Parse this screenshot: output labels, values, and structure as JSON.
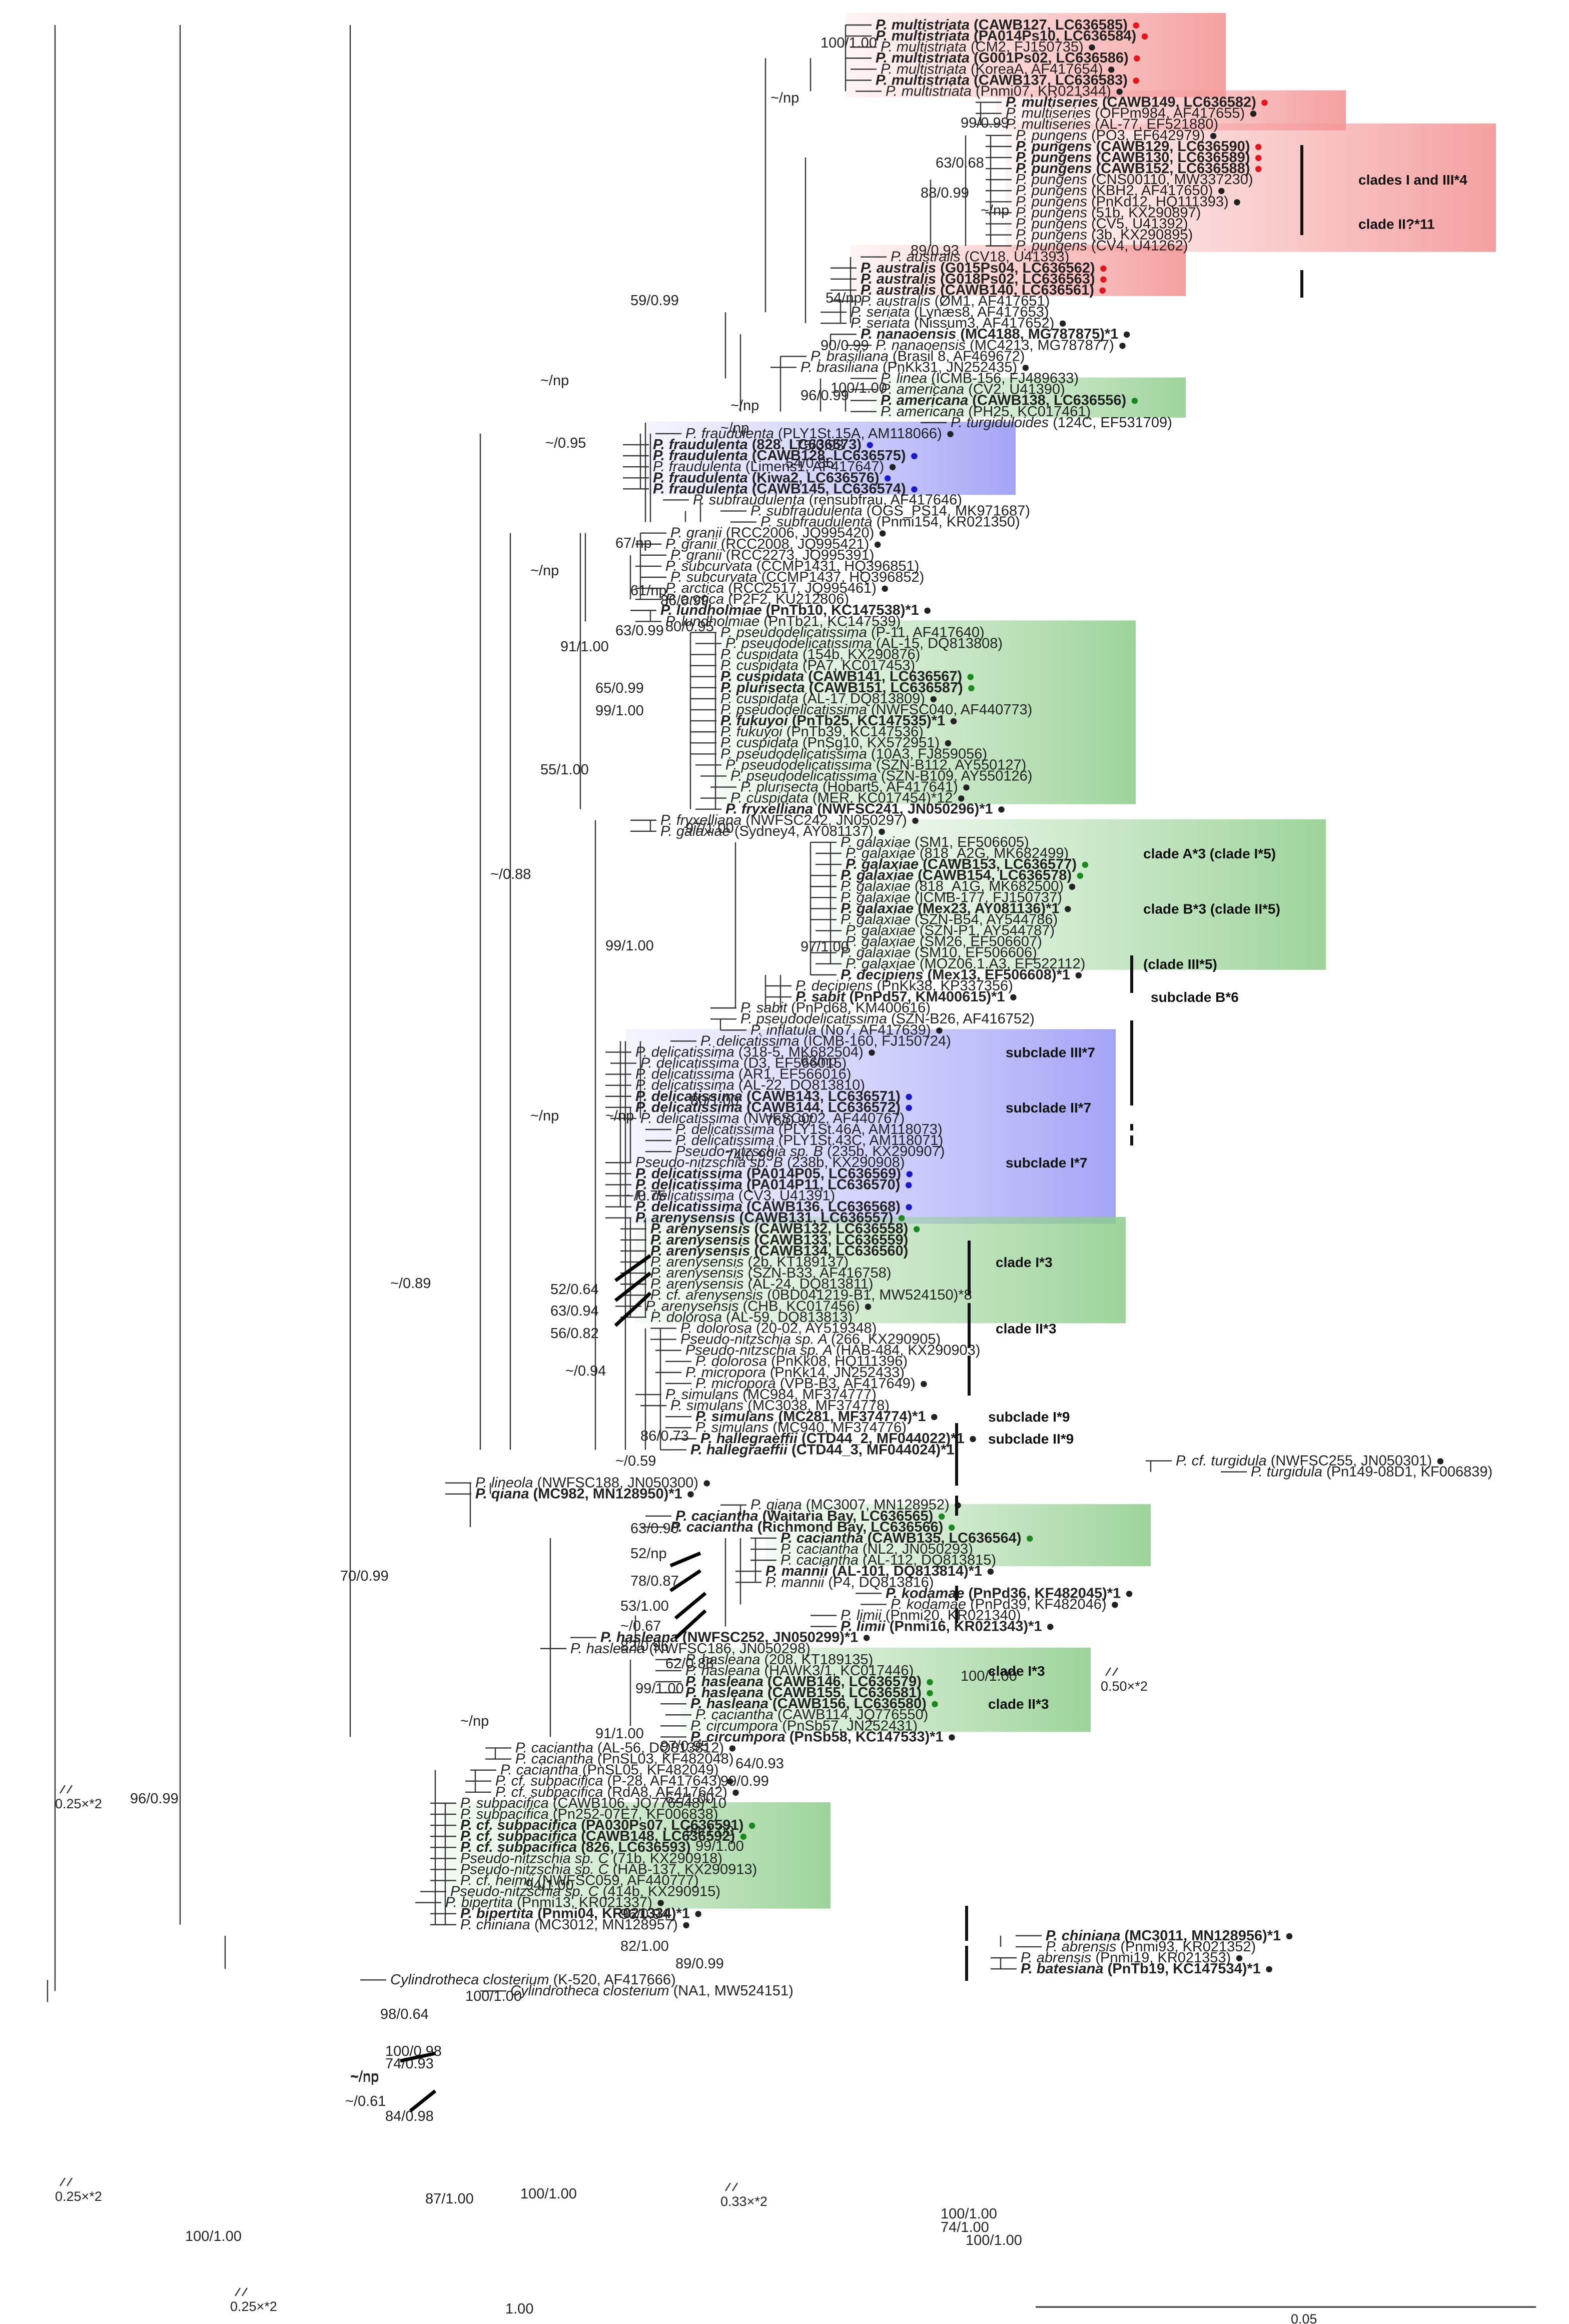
{
  "colors": {
    "red": "#e8141d",
    "green": "#1a8a1f",
    "blue": "#1a1acc",
    "black": "#222222"
  },
  "tips": [
    {
      "g": "P.",
      "e": "multistriata (CAWB127, LC636585)",
      "c": "red",
      "b": true,
      "dot": true
    },
    {
      "g": "P.",
      "e": "multistriata (PA014Ps10, LC636584)",
      "c": "red",
      "b": true,
      "dot": true
    },
    {
      "g": "P.",
      "e": "multistriata (CM2, FJ150735)",
      "dot": true
    },
    {
      "g": "P.",
      "e": "multistriata (G001Ps02, LC636586)",
      "c": "red",
      "b": true,
      "dot": true
    },
    {
      "g": "P.",
      "e": "multistriata (KoreaA, AF417654)",
      "dot": true
    },
    {
      "g": "P.",
      "e": "multistriata (CAWB137, LC636583)",
      "c": "red",
      "b": true,
      "dot": true
    },
    {
      "g": "P.",
      "e": "multistriata (Pnmi07, KR021344)",
      "dot": true
    },
    {
      "g": "P.",
      "e": "multiseries (CAWB149, LC636582)",
      "c": "red",
      "b": true,
      "dot": true
    },
    {
      "g": "P.",
      "e": "multiseries (OFPm984, AF417655)",
      "dot": true
    },
    {
      "g": "P.",
      "e": "multiseries (AL-77, EF521880)"
    },
    {
      "g": "P.",
      "e": "pungens (PO3, EF642979)",
      "dot": true
    },
    {
      "g": "P.",
      "e": "pungens (CAWB129, LC636590)",
      "c": "red",
      "b": true,
      "dot": true
    },
    {
      "g": "P.",
      "e": "pungens (CAWB130, LC636589)",
      "c": "red",
      "b": true,
      "dot": true
    },
    {
      "g": "P.",
      "e": "pungens (CAWB152, LC636588)",
      "c": "red",
      "b": true,
      "dot": true
    },
    {
      "g": "P.",
      "e": "pungens (CNS00110, MW337230)"
    },
    {
      "g": "P.",
      "e": "pungens (KBH2, AF417650)",
      "dot": true
    },
    {
      "g": "P.",
      "e": "pungens (PnKd12, HQ111393)",
      "dot": true
    },
    {
      "g": "P.",
      "e": "pungens (51b, KX290897)"
    },
    {
      "g": "P.",
      "e": "pungens (CV5, U41392)"
    },
    {
      "g": "P.",
      "e": "pungens (3b, KX290895)"
    },
    {
      "g": "P.",
      "e": "pungens (CV4, U41262)"
    },
    {
      "g": "P.",
      "e": "australis (CV18, U41393)"
    },
    {
      "g": "P.",
      "e": "australis (G015Ps04, LC636562)",
      "c": "red",
      "b": true,
      "dot": true
    },
    {
      "g": "P.",
      "e": "australis (G018Ps02, LC636563)",
      "c": "red",
      "b": true,
      "dot": true
    },
    {
      "g": "P.",
      "e": "australis (CAWB140, LC636561)",
      "c": "red",
      "b": true,
      "dot": true
    },
    {
      "g": "P.",
      "e": "australis (ØM1, AF417651)"
    },
    {
      "g": "P.",
      "e": "seriata (Lynæs8, AF417653)"
    },
    {
      "g": "P.",
      "e": "seriata (Nissum3, AF417652)",
      "dot": true
    },
    {
      "g": "P.",
      "e": "nanaoensis (MC4188, MG787875)*1",
      "b": true,
      "dot": true
    },
    {
      "g": "P.",
      "e": "nanaoensis (MC4213, MG787877)",
      "dot": true
    },
    {
      "g": "P.",
      "e": "brasiliana (Brasil 8, AF469672)"
    },
    {
      "g": "P.",
      "e": "brasiliana (PnKk31, JN252435)",
      "dot": true
    },
    {
      "g": "P.",
      "e": "linea (ICMB-156, FJ489633)"
    },
    {
      "g": "P.",
      "e": "americana (CV2, U41390)"
    },
    {
      "g": "P.",
      "e": "americana (CAWB138, LC636556)",
      "c": "green",
      "b": true,
      "dot": true
    },
    {
      "g": "P.",
      "e": "americana (PH25, KC017461)"
    },
    {
      "g": "P.",
      "e": "turgiduloides (124C, EF531709)"
    },
    {
      "g": "P.",
      "e": "fraudulenta (PLY1St.15A, AM118066)",
      "dot": true
    },
    {
      "g": "P.",
      "e": "fraudulenta (828, LC636573)",
      "c": "blue",
      "b": true,
      "dot": true
    },
    {
      "g": "P.",
      "e": "fraudulenta (CAWB128, LC636575)",
      "c": "blue",
      "b": true,
      "dot": true
    },
    {
      "g": "P.",
      "e": "fraudulenta (Limens1, AF417647)",
      "dot": true
    },
    {
      "g": "P.",
      "e": "fraudulenta (Kiwa2, LC636576)",
      "c": "blue",
      "b": true,
      "dot": true
    },
    {
      "g": "P.",
      "e": "fraudulenta (CAWB145, LC636574)",
      "c": "blue",
      "b": true,
      "dot": true
    },
    {
      "g": "P.",
      "e": "subfraudulenta (rensubfrau, AF417646)"
    },
    {
      "g": "P.",
      "e": "subfraudulenta (OGS_PS14, MK971687)"
    },
    {
      "g": "P.",
      "e": "subfraudulenta (Pnmi154, KR021350)"
    },
    {
      "g": "P.",
      "e": "granii (RCC2006, JQ995420)",
      "dot": true
    },
    {
      "g": "P.",
      "e": "granii (RCC2008, JQ995421)",
      "dot": true
    },
    {
      "g": "P.",
      "e": "granii (RCC2273, JQ995391)"
    },
    {
      "g": "P.",
      "e": "subcurvata (CCMP1431, HQ396851)"
    },
    {
      "g": "P.",
      "e": "subcurvata (CCMP1437, HQ396852)"
    },
    {
      "g": "P.",
      "e": "arctica (RCC2517, JQ995461)",
      "dot": true
    },
    {
      "g": "P.",
      "e": "arctica (P2F2, KU212806)"
    },
    {
      "g": "P.",
      "e": "lundholmiae (PnTb10, KC147538)*1",
      "b": true,
      "dot": true
    },
    {
      "g": "P.",
      "e": "lundholmiae (PnTb21, KC147539)"
    },
    {
      "g": "P.",
      "e": "pseudodelicatissima (P-11, AF417640)"
    },
    {
      "g": "P.",
      "e": "pseudodelicatissima (AL-15, DQ813808)"
    },
    {
      "g": "P.",
      "e": "cuspidata (154b, KX290876)"
    },
    {
      "g": "P.",
      "e": "cuspidata (PA7, KC017453)"
    },
    {
      "g": "P.",
      "e": "cuspidata (CAWB141, LC636567)",
      "c": "green",
      "b": true,
      "dot": true
    },
    {
      "g": "P.",
      "e": "plurisecta (CAWB151, LC636587)",
      "c": "green",
      "b": true,
      "dot": true
    },
    {
      "g": "P.",
      "e": "cuspidata (AL-17 DQ813809)",
      "dot": true
    },
    {
      "g": "P.",
      "e": "pseudodelicatissima (NWFSC040, AF440773)"
    },
    {
      "g": "P.",
      "e": "fukuyoi (PnTb25, KC147535)*1",
      "b": true,
      "dot": true
    },
    {
      "g": "P.",
      "e": "fukuyoi (PnTb39, KC147536)"
    },
    {
      "g": "P.",
      "e": "cuspidata (PnSg10, KX572951)",
      "dot": true
    },
    {
      "g": "P.",
      "e": "pseudodelicatissima (10A3, FJ859056)"
    },
    {
      "g": "P.",
      "e": "pseudodelicatissima (SZN-B112, AY550127)"
    },
    {
      "g": "P.",
      "e": "pseudodelicatissima (SZN-B109, AY550126)"
    },
    {
      "g": "P.",
      "e": "plurisecta (Hobart5, AF417641)",
      "dot": true
    },
    {
      "g": "P.",
      "e": "cuspidata (MER, KC017454)*12",
      "dot": true
    },
    {
      "g": "P.",
      "e": "fryxelliana (NWFSC241, JN050296)*1",
      "b": true,
      "dot": true
    },
    {
      "g": "P.",
      "e": "fryxelliana (NWFSC242, JN050297)",
      "dot": true
    },
    {
      "g": "P.",
      "e": "galaxiae (Sydney4, AY081137)",
      "dot": true
    },
    {
      "g": "P.",
      "e": "galaxiae (SM1, EF506605)"
    },
    {
      "g": "P.",
      "e": "galaxiae (818_A2G, MK682499)"
    },
    {
      "g": "P.",
      "e": "galaxiae (CAWB153, LC636577)",
      "c": "green",
      "b": true,
      "dot": true
    },
    {
      "g": "P.",
      "e": "galaxiae (CAWB154, LC636578)",
      "c": "green",
      "b": true,
      "dot": true
    },
    {
      "g": "P.",
      "e": "galaxiae (818_A1G, MK682500)",
      "dot": true
    },
    {
      "g": "P.",
      "e": "galaxiae (ICMB-177, FJ150737)"
    },
    {
      "g": "P.",
      "e": "galaxiae (Mex23, AY081136)*1",
      "b": true,
      "dot": true
    },
    {
      "g": "P.",
      "e": "galaxiae (SZN-B54, AY544786)"
    },
    {
      "g": "P.",
      "e": "galaxiae (SZN-P1, AY544787)"
    },
    {
      "g": "P.",
      "e": "galaxiae (SM26, EF506607)"
    },
    {
      "g": "P.",
      "e": "galaxiae (SM10, EF506606)"
    },
    {
      "g": "P.",
      "e": "galaxiae (MOZ06.1.A3, EF522112)"
    },
    {
      "g": "P.",
      "e": "decipiens (Mex13, EF506608)*1",
      "b": true,
      "dot": true
    },
    {
      "g": "P.",
      "e": "decipiens (PnKk38, KP337356)"
    },
    {
      "g": "P.",
      "e": "sabit (PnPd57, KM400615)*1",
      "b": true,
      "dot": true
    },
    {
      "g": "P.",
      "e": "sabit (PnPd68, KM400616)"
    },
    {
      "g": "P.",
      "e": "pseudodelicatissima (SZN-B26, AF416752)"
    },
    {
      "g": "P.",
      "e": "inflatula (No7, AF417639)",
      "dot": true
    },
    {
      "g": "P.",
      "e": "delicatissima (ICMB-160, FJ150724)"
    },
    {
      "g": "P.",
      "e": "delicatissima (318-5, MK682504)",
      "dot": true
    },
    {
      "g": "P.",
      "e": "delicatissima (D3, EF566015)"
    },
    {
      "g": "P.",
      "e": "delicatissima (AR1, EF566016)"
    },
    {
      "g": "P.",
      "e": "delicatissima (AL-22, DQ813810)"
    },
    {
      "g": "P.",
      "e": "delicatissima (CAWB143, LC636571)",
      "c": "blue",
      "b": true,
      "dot": true
    },
    {
      "g": "P.",
      "e": "delicatissima (CAWB144, LC636572)",
      "c": "blue",
      "b": true,
      "dot": true
    },
    {
      "g": "P.",
      "e": "delicatissima (NWFSC002, AF440767)"
    },
    {
      "g": "P.",
      "e": "delicatissima (PLY1St.46A, AM118073)"
    },
    {
      "g": "P.",
      "e": "delicatissima (PLY1St.43C, AM118071)"
    },
    {
      "g": "",
      "e": "Pseudo-nitzschia sp. B (235b, KX290907)"
    },
    {
      "g": "",
      "e": "Pseudo-nitzschia sp. B (238b, KX290908)"
    },
    {
      "g": "P.",
      "e": "delicatissima (PA014P05, LC636569)",
      "c": "blue",
      "b": true,
      "dot": true
    },
    {
      "g": "P.",
      "e": "delicatissima (PA014P11, LC636570)",
      "c": "blue",
      "b": true,
      "dot": true
    },
    {
      "g": "P.",
      "e": "delicatissima (CV3, U41391)"
    },
    {
      "g": "P.",
      "e": "delicatissima (CAWB136, LC636568)",
      "c": "blue",
      "b": true,
      "dot": true
    },
    {
      "g": "P.",
      "e": "arenysensis (CAWB131, LC636557)",
      "c": "green",
      "b": true,
      "dot": true
    },
    {
      "g": "P.",
      "e": "arenysensis (CAWB132, LC636558)",
      "c": "green",
      "b": true,
      "dot": true
    },
    {
      "g": "P.",
      "e": "arenysensis (CAWB133, LC636559)",
      "c": "green",
      "b": true
    },
    {
      "g": "P.",
      "e": "arenysensis (CAWB134, LC636560)",
      "c": "green",
      "b": true
    },
    {
      "g": "P.",
      "e": "arenysensis (2b, KT189137)"
    },
    {
      "g": "P.",
      "e": "arenysensis (SZN-B33, AF416758)"
    },
    {
      "g": "P.",
      "e": "arenysensis (AL-24, DQ813811)"
    },
    {
      "g": "P.",
      "e": "cf. arenysensis (0BD041219-B1, MW524150)*8"
    },
    {
      "g": "P.",
      "e": "arenysensis (CHB, KC017456)",
      "dot": true
    },
    {
      "g": "P.",
      "e": "dolorosa (AL-59, DQ813813)"
    },
    {
      "g": "P.",
      "e": "dolorosa (20-02, AY519348)"
    },
    {
      "g": "",
      "e": "Pseudo-nitzschia sp. A (266, KX290905)"
    },
    {
      "g": "",
      "e": "Pseudo-nitzschia sp. A (HAB-484, KX290903)"
    },
    {
      "g": "P.",
      "e": "dolorosa (PnKk08, HQ111396)"
    },
    {
      "g": "P.",
      "e": "micropora (PnKk14, JN252433)"
    },
    {
      "g": "P.",
      "e": "micropora (VPB-B3, AF417649)",
      "dot": true
    },
    {
      "g": "P.",
      "e": "simulans (MC984, MF374777)"
    },
    {
      "g": "P.",
      "e": "simulans (MC3038, MF374778)"
    },
    {
      "g": "P.",
      "e": "simulans (MC281, MF374774)*1",
      "b": true,
      "dot": true
    },
    {
      "g": "P.",
      "e": "simulans (MC940, MF374776)"
    },
    {
      "g": "P.",
      "e": "hallegraeffii (CTD44_2, MF044022)*1",
      "b": true,
      "dot": true
    },
    {
      "g": "P.",
      "e": "hallegraeffii (CTD44_3, MF044024)*1",
      "b": true
    },
    {
      "g": "P.",
      "e": "cf. turgidula (NWFSC255, JN050301)",
      "dot": true
    },
    {
      "g": "P.",
      "e": "turgidula (Pn149-08D1, KF006839)"
    },
    {
      "g": "P.",
      "e": "lineola (NWFSC188, JN050300)",
      "dot": true
    },
    {
      "g": "P.",
      "e": "qiana (MC982, MN128950)*1",
      "b": true,
      "dot": true
    },
    {
      "g": "P.",
      "e": "qiana (MC3007, MN128952)",
      "dot": true
    },
    {
      "g": "P.",
      "e": "caciantha (Waitaria Bay, LC636565)",
      "c": "green",
      "b": true,
      "dot": true
    },
    {
      "g": "P.",
      "e": "caciantha (Richmond Bay, LC636566)",
      "c": "green",
      "b": true,
      "dot": true
    },
    {
      "g": "P.",
      "e": "caciantha (CAWB135, LC636564)",
      "c": "green",
      "b": true,
      "dot": true
    },
    {
      "g": "P.",
      "e": "caciantha (NL2, JN050293)"
    },
    {
      "g": "P.",
      "e": "caciantha (AL-112, DQ813815)"
    },
    {
      "g": "P.",
      "e": "mannii (AL-101, DQ813814)*1",
      "b": true,
      "dot": true
    },
    {
      "g": "P.",
      "e": "mannii (P4, DQ813816)"
    },
    {
      "g": "P.",
      "e": "kodamae (PnPd36, KF482045)*1",
      "b": true,
      "dot": true
    },
    {
      "g": "P.",
      "e": "kodamae (PnPd39, KF482046)",
      "dot": true
    },
    {
      "g": "P.",
      "e": "limii (Pnmi20, KR021340)"
    },
    {
      "g": "P.",
      "e": "limii (Pnmi16, KR021343)*1",
      "b": true,
      "dot": true
    },
    {
      "g": "P.",
      "e": "hasleana (NWFSC252, JN050299)*1",
      "b": true,
      "dot": true
    },
    {
      "g": "P.",
      "e": "hasleana (NWFSC186, JN050298)"
    },
    {
      "g": "P.",
      "e": "hasleana (208, KT189135)"
    },
    {
      "g": "P.",
      "e": "hasleana (HAWK3/1, KC017446)"
    },
    {
      "g": "P.",
      "e": "hasleana (CAWB146, LC636579)",
      "c": "green",
      "b": true,
      "dot": true
    },
    {
      "g": "P.",
      "e": "hasleana (CAWB155, LC636581)",
      "c": "green",
      "b": true,
      "dot": true
    },
    {
      "g": "P.",
      "e": "hasleana (CAWB156, LC636580)",
      "c": "green",
      "b": true,
      "dot": true
    },
    {
      "g": "P.",
      "e": "caciantha (CAWB114, JQ776550)"
    },
    {
      "g": "P.",
      "e": "circumpora (PnSb57, JN252431)"
    },
    {
      "g": "P.",
      "e": "circumpora (PnSb58, KC147533)*1",
      "b": true,
      "dot": true
    },
    {
      "g": "P.",
      "e": "caciantha (AL-56, DQ813812)",
      "dot": true
    },
    {
      "g": "P.",
      "e": "caciantha (PnSL03, KF482048)"
    },
    {
      "g": "P.",
      "e": "caciantha (PnSL05, KF482049)"
    },
    {
      "g": "P.",
      "e": "cf. subpacifica (P-28, AF417643)",
      "dot": true
    },
    {
      "g": "P.",
      "e": "cf. subpacifica (RdA8, AF417642)",
      "dot": true
    },
    {
      "g": "P.",
      "e": "subpacifica (CAWB106, JQ776548)*10"
    },
    {
      "g": "P.",
      "e": "subpacifica (Pn252-07E7, KF006838)"
    },
    {
      "g": "P.",
      "e": "cf. subpacifica (PA030Ps07, LC636591)",
      "c": "green",
      "b": true,
      "dot": true
    },
    {
      "g": "P.",
      "e": "cf. subpacifica (CAWB148, LC636592)",
      "c": "green",
      "b": true,
      "dot": true
    },
    {
      "g": "P.",
      "e": "cf. subpacifica (826, LC636593)",
      "c": "green",
      "b": true
    },
    {
      "g": "",
      "e": "Pseudo-nitzschia sp. C (71b, KX290918)"
    },
    {
      "g": "",
      "e": "Pseudo-nitzschia sp. C (HAB-137, KX290913)"
    },
    {
      "g": "P.",
      "e": "cf. heimii (NWFSC059, AF440777)"
    },
    {
      "g": "",
      "e": "Pseudo-nitzschia sp. C (414b, KX290915)"
    },
    {
      "g": "P.",
      "e": "bipertita (Pnmi13, KR021337)",
      "dot": true
    },
    {
      "g": "P.",
      "e": "bipertita (Pnmi04, KR021334)*1",
      "b": true,
      "dot": true
    },
    {
      "g": "P.",
      "e": "chiniana (MC3012, MN128957)",
      "dot": true
    },
    {
      "g": "P.",
      "e": "chiniana (MC3011, MN128956)*1",
      "b": true,
      "dot": true
    },
    {
      "g": "P.",
      "e": "abrensis (Pnmi93, KR021352)"
    },
    {
      "g": "P.",
      "e": "abrensis (Pnmi19, KR021353)",
      "dot": true
    },
    {
      "g": "P.",
      "e": "batesiana (PnTb19, KC147534)*1",
      "b": true,
      "dot": true
    },
    {
      "g": "",
      "e": "Cylindrotheca closterium (K-520, AF417666)"
    },
    {
      "g": "",
      "e": "Cylindrotheca closterium (NA1, MW524151)"
    }
  ],
  "support": [
    "100/1.00",
    "99/0.99",
    "63/0.68",
    "~/np",
    "88/0.99",
    "89/0.93",
    "~/np",
    "54/np",
    "90/0.99",
    "59/0.99",
    "100/1.00",
    "96/0.99",
    "~/np",
    "75/0.93",
    "54/0.86",
    "~/np",
    "~/np",
    "~/0.95",
    "67/np",
    "61/np",
    "86/0.99",
    "80/0.95",
    "63/0.99",
    "91/1.00",
    "65/0.99",
    "99/1.00",
    "55/1.00",
    "97/1.00",
    "~/np",
    "~/0.88",
    "99/1.00",
    "97/1.00",
    "63/np",
    "80/1.00",
    "76/0.97",
    "74/0.99",
    "~/np",
    "~/0.75",
    "~/np",
    "52/0.64",
    "63/0.94",
    "56/0.82",
    "~/0.94",
    "86/0.73",
    "~/0.59",
    "63/0.90",
    "52/np",
    "78/0.87",
    "53/1.00",
    "~/0.67",
    "82/0.96",
    "62/0.88",
    "100/1.00",
    "~/0.89",
    "99/1.00",
    "~/np",
    "91/1.00",
    "97/0.95",
    "70/0.99",
    "64/0.93",
    "99/0.99",
    "62/1.00",
    "94/1.00",
    "99/1.00",
    "96/0.94",
    "82/1.00",
    "89/0.99",
    "94/1.00",
    "96/0.99",
    "100/1.00",
    "98/0.64",
    "74/0.93",
    "100/0.98",
    "~/np",
    "~/0.61",
    "84/0.98",
    "~/np",
    "87/1.00",
    "100/1.00",
    "74/1.00",
    "100/1.00",
    "100/1.00",
    "1.00",
    "100/1.00"
  ],
  "clades": [
    "clades I and III*4",
    "clade II?*11",
    "clade A*3 (clade I*5)",
    "clade B*3 (clade II*5)",
    "(clade III*5)",
    "subclade B*6",
    "subclade III*7",
    "subclade II*7",
    "subclade I*7",
    "clade I*3",
    "clade II*3",
    "subclade I*9",
    "subclade II*9",
    "clade I*3",
    "clade II*3"
  ],
  "scale": {
    "label": "0.05"
  },
  "breaks": [
    "0.25×*2",
    "0.25×*2",
    "0.25×*2",
    "0.33×*2",
    "0.50×*2"
  ]
}
